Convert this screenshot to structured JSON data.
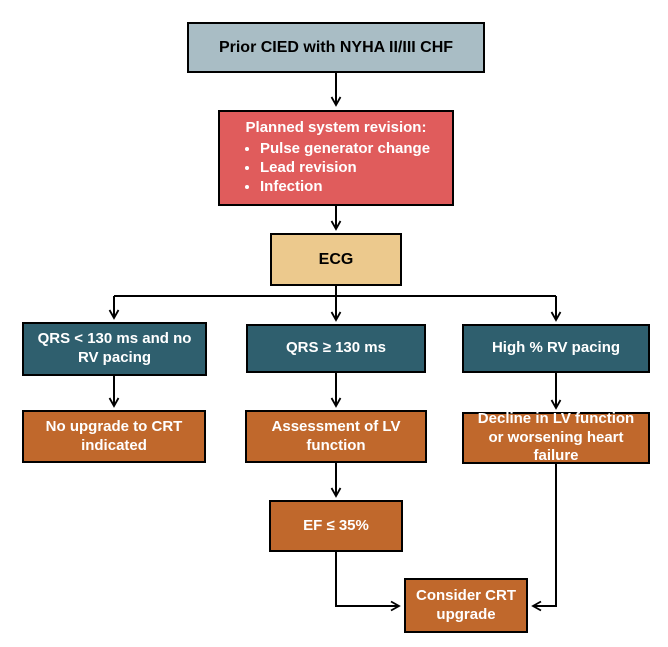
{
  "diagram": {
    "colors": {
      "gray": "#a9bdc5",
      "red": "#e05c5c",
      "gold": "#ecc98d",
      "teal": "#2f5f6e",
      "orange": "#c0682c",
      "line": "#000000"
    },
    "nodes": {
      "prior_cied": {
        "label": "Prior CIED with NYHA II/III CHF"
      },
      "revision": {
        "title": "Planned system revision:",
        "bullets": [
          "Pulse generator change",
          "Lead revision",
          "Infection"
        ]
      },
      "ecg": {
        "label": "ECG"
      },
      "qrs_narrow": {
        "label": "QRS < 130 ms and no RV pacing"
      },
      "qrs_wide": {
        "label": "QRS ≥ 130 ms"
      },
      "rv_pacing": {
        "label": "High % RV pacing"
      },
      "no_upgrade": {
        "label": "No upgrade to CRT indicated"
      },
      "lv_assessment": {
        "label": "Assessment of LV function"
      },
      "lv_decline": {
        "label": "Decline in LV function or worsening heart failure"
      },
      "ef": {
        "label": "EF ≤ 35%"
      },
      "consider_upgrade": {
        "label": "Consider CRT upgrade"
      }
    },
    "edges": [
      {
        "from": "prior_cied",
        "to": "revision"
      },
      {
        "from": "revision",
        "to": "ecg"
      },
      {
        "from": "ecg",
        "to": "qrs_narrow"
      },
      {
        "from": "ecg",
        "to": "qrs_wide"
      },
      {
        "from": "ecg",
        "to": "rv_pacing"
      },
      {
        "from": "qrs_narrow",
        "to": "no_upgrade"
      },
      {
        "from": "qrs_wide",
        "to": "lv_assessment"
      },
      {
        "from": "rv_pacing",
        "to": "lv_decline"
      },
      {
        "from": "lv_assessment",
        "to": "ef"
      },
      {
        "from": "ef",
        "to": "consider_upgrade"
      },
      {
        "from": "lv_decline",
        "to": "consider_upgrade"
      }
    ]
  }
}
